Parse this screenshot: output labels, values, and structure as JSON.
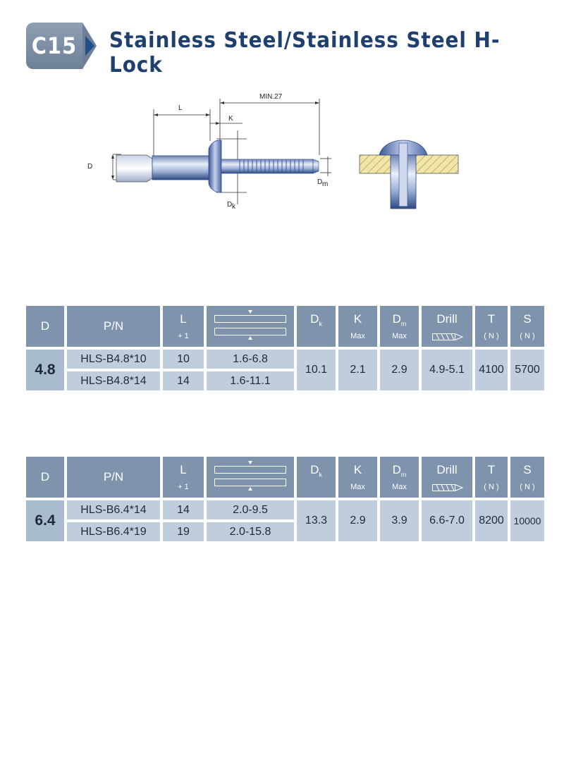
{
  "header": {
    "code": "C15",
    "title": "Stainless Steel/Stainless Steel H-Lock"
  },
  "diagram": {
    "labels": {
      "L": "L",
      "K": "K",
      "MIN": "MIN.27",
      "D": "D",
      "Dm": "D",
      "Dm_sub": "m",
      "Dk": "D",
      "Dk_sub": "k"
    }
  },
  "table_headers": {
    "D": "D",
    "PN": "P/N",
    "L": "L",
    "L_sub": "+ 1",
    "Dk": "D",
    "Dk_sub": "k",
    "K": "K",
    "K_sub": "Max",
    "Dm": "D",
    "Dm_sub": "m",
    "Dm_max": "Max",
    "Drill": "Drill",
    "T": "T",
    "T_sub": "( N )",
    "S": "S",
    "S_sub": "( N )"
  },
  "tables": [
    {
      "D": "4.8",
      "rows": [
        {
          "pn": "HLS-B4.8*10",
          "L": "10",
          "grip": "1.6-6.8"
        },
        {
          "pn": "HLS-B4.8*14",
          "L": "14",
          "grip": "1.6-11.1"
        }
      ],
      "Dk": "10.1",
      "K": "2.1",
      "Dm": "2.9",
      "Drill": "4.9-5.1",
      "T": "4100",
      "S": "5700"
    },
    {
      "D": "6.4",
      "rows": [
        {
          "pn": "HLS-B6.4*14",
          "L": "14",
          "grip": "2.0-9.5"
        },
        {
          "pn": "HLS-B6.4*19",
          "L": "19",
          "grip": "2.0-15.8"
        }
      ],
      "Dk": "13.3",
      "K": "2.9",
      "Dm": "3.9",
      "Drill": "6.6-7.0",
      "T": "8200",
      "S": "10000"
    }
  ],
  "colors": {
    "header_bg": "#7f93ad",
    "cell_bg": "#bfcddc",
    "title": "#1f3f6e"
  }
}
